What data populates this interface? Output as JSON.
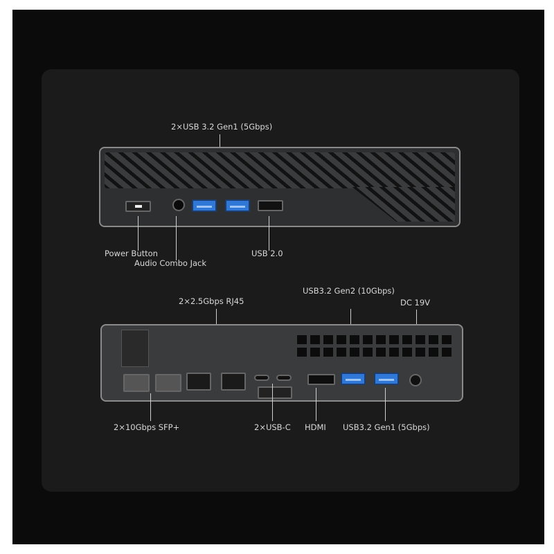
{
  "front_panel": {
    "labels": {
      "usb32_gen1": "2×USB 3.2 Gen1 (5Gbps)",
      "power_button": "Power Button",
      "audio_jack": "Audio Combo Jack",
      "usb20": "USB 2.0"
    }
  },
  "rear_panel": {
    "labels": {
      "rj45": "2×2.5Gbps RJ45",
      "usb32_gen2": "USB3.2 Gen2 (10Gbps)",
      "dc": "DC 19V",
      "sfp": "2×10Gbps SFP+",
      "usbc": "2×USB-C",
      "hdmi": "HDMI",
      "usb32_gen1": "USB3.2 Gen1 (5Gbps)"
    }
  },
  "colors": {
    "background": "#1b1b1c",
    "usb_blue": "#2f78d8"
  }
}
